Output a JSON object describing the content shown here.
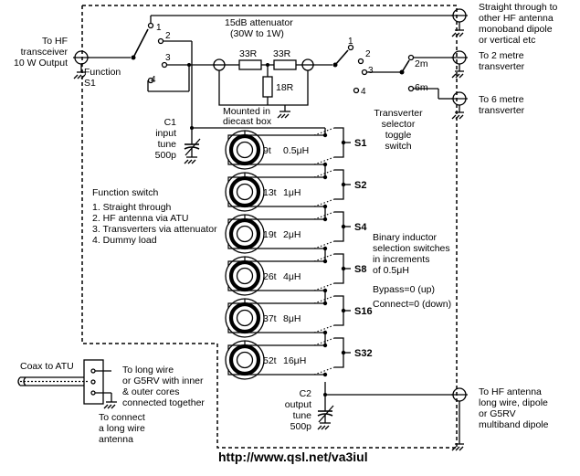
{
  "labels": {
    "hf_transceiver": [
      "To HF",
      "transceiver",
      "10 W Output"
    ],
    "function_s1": [
      "Function",
      "S1"
    ],
    "straight_through": [
      "Straight through to",
      "other HF antenna",
      "monoband dipole",
      "or vertical etc"
    ],
    "attenuator": [
      "15dB attenuator",
      "(30W to 1W)"
    ],
    "to_2m": [
      "To 2 metre",
      "transverter"
    ],
    "to_6m": [
      "To 6 metre",
      "transverter"
    ],
    "diecast": [
      "Mounted in",
      "diecast box"
    ],
    "transverter_selector": [
      "Transverter",
      "selector",
      "toggle",
      "switch"
    ],
    "c1": [
      "C1",
      "input",
      "tune",
      "500p"
    ],
    "function_switch": [
      "Function switch",
      "1. Straight through",
      "2. HF antenna via ATU",
      "3. Transverters via attenuator",
      "4. Dummy load"
    ],
    "binary": [
      "Binary inductor",
      "selection switches",
      "in increments",
      "of 0.5μH"
    ],
    "bypass": "Bypass=0 (up)",
    "connect": "Connect=0 (down)",
    "coax_atu": "Coax to ATU",
    "long_wire": [
      "To long wire",
      "or G5RV with inner",
      "& outer cores",
      "connected together"
    ],
    "connect_long": [
      "To connect",
      "a long wire",
      "antenna"
    ],
    "c2": [
      "C2",
      "output",
      "tune",
      "500p"
    ],
    "to_hf_antenna": [
      "To HF antenna",
      "long wire, dipole",
      "or G5RV",
      "multiband dipole"
    ],
    "url": "http://www.qsl.net/va3iul"
  },
  "s1_positions": [
    "1",
    "2",
    "3",
    "4"
  ],
  "selector_positions": [
    "1",
    "2",
    "3",
    "4"
  ],
  "selector_labels": [
    "2m",
    "6m"
  ],
  "resistors": [
    "33R",
    "33R",
    "18R"
  ],
  "inductors": [
    {
      "turns": "9t",
      "value": "0.5μH",
      "switch": "S1"
    },
    {
      "turns": "13t",
      "value": "1μH",
      "switch": "S2"
    },
    {
      "turns": "19t",
      "value": "2μH",
      "switch": "S4"
    },
    {
      "turns": "26t",
      "value": "4μH",
      "switch": "S8"
    },
    {
      "turns": "37t",
      "value": "8μH",
      "switch": "S16"
    },
    {
      "turns": "52t",
      "value": "16μH",
      "switch": "S32"
    }
  ]
}
